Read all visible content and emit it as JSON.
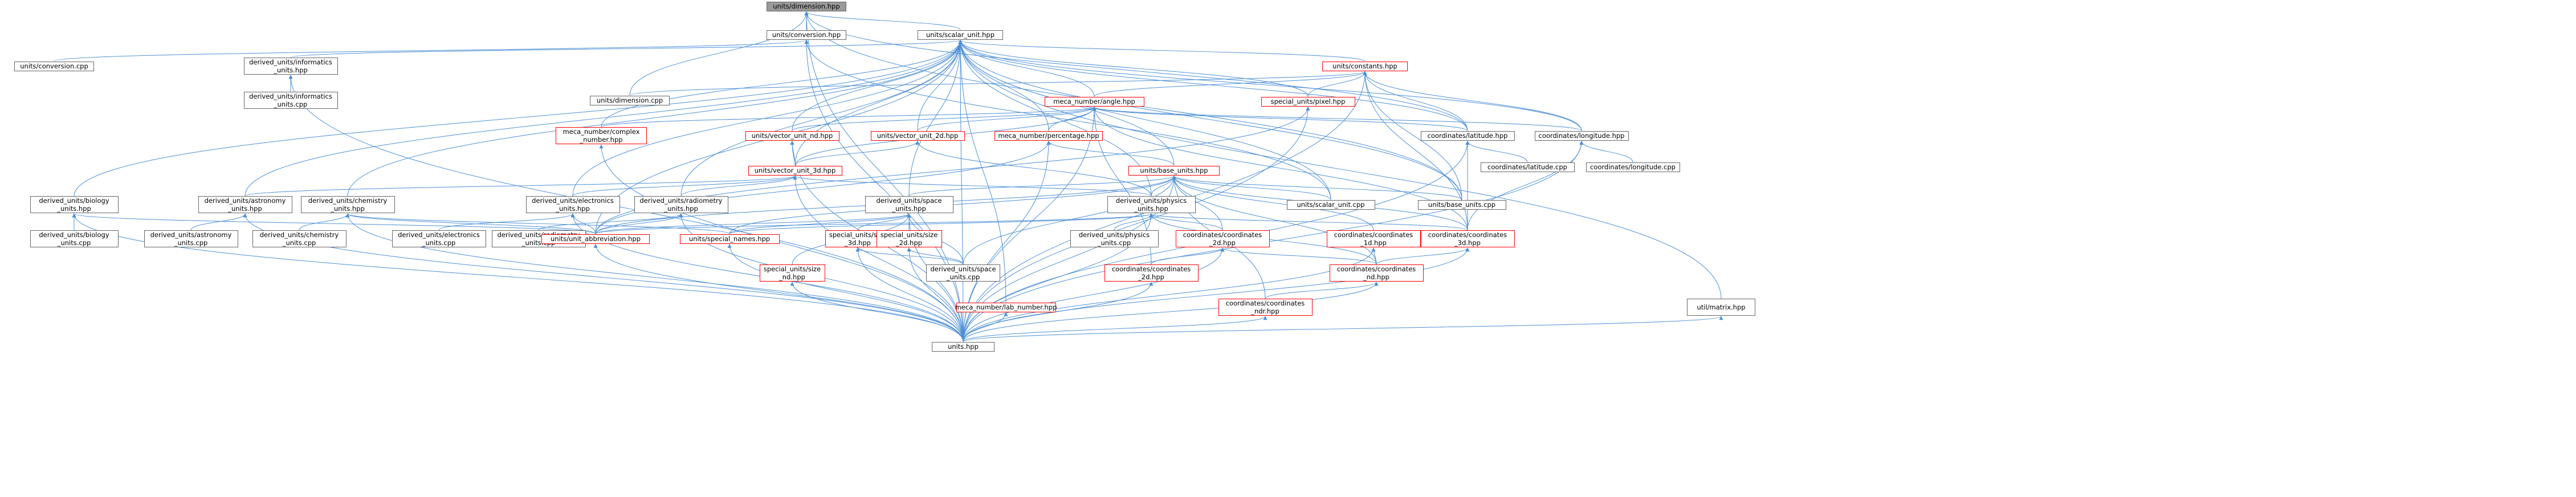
{
  "colors": {
    "edge": "#4d8fd6",
    "box_border": "#666666",
    "incomplete_border": "#ff0000",
    "root_fill": "#999999"
  },
  "nodes": [
    {
      "id": "dim",
      "label": "units/dimension.hpp",
      "style": "root"
    },
    {
      "id": "conv",
      "label": "units/conversion.hpp",
      "style": "normal"
    },
    {
      "id": "su",
      "label": "units/scalar_unit.hpp",
      "style": "normal"
    },
    {
      "id": "convcpp",
      "label": "units/conversion.cpp",
      "style": "normal"
    },
    {
      "id": "info",
      "label": "derived_units/informatics\n_units.hpp",
      "style": "normal"
    },
    {
      "id": "infocpp",
      "label": "derived_units/informatics\n_units.cpp",
      "style": "normal"
    },
    {
      "id": "dimcpp",
      "label": "units/dimension.cpp",
      "style": "normal"
    },
    {
      "id": "const",
      "label": "units/constants.hpp",
      "style": "red"
    },
    {
      "id": "angle",
      "label": "meca_number/angle.hpp",
      "style": "red"
    },
    {
      "id": "pixel",
      "label": "special_units/pixel.hpp",
      "style": "red"
    },
    {
      "id": "complex",
      "label": "meca_number/complex\n_number.hpp",
      "style": "red"
    },
    {
      "id": "vnd",
      "label": "units/vector_unit_nd.hpp",
      "style": "red"
    },
    {
      "id": "v2d",
      "label": "units/vector_unit_2d.hpp",
      "style": "red"
    },
    {
      "id": "pct",
      "label": "meca_number/percentage.hpp",
      "style": "red"
    },
    {
      "id": "lat",
      "label": "coordinates/latitude.hpp",
      "style": "normal"
    },
    {
      "id": "lon",
      "label": "coordinates/longitude.hpp",
      "style": "normal"
    },
    {
      "id": "latcpp",
      "label": "coordinates/latitude.cpp",
      "style": "normal"
    },
    {
      "id": "loncpp",
      "label": "coordinates/longitude.cpp",
      "style": "normal"
    },
    {
      "id": "v3d",
      "label": "units/vector_unit_3d.hpp",
      "style": "red"
    },
    {
      "id": "base",
      "label": "units/base_units.hpp",
      "style": "red"
    },
    {
      "id": "bio",
      "label": "derived_units/biology\n_units.hpp",
      "style": "normal"
    },
    {
      "id": "astro",
      "label": "derived_units/astronomy\n_units.hpp",
      "style": "normal"
    },
    {
      "id": "chem",
      "label": "derived_units/chemistry\n_units.hpp",
      "style": "normal"
    },
    {
      "id": "elec",
      "label": "derived_units/electronics\n_units.hpp",
      "style": "normal"
    },
    {
      "id": "radio",
      "label": "derived_units/radiometry\n_units.hpp",
      "style": "normal"
    },
    {
      "id": "space",
      "label": "derived_units/space\n_units.hpp",
      "style": "normal"
    },
    {
      "id": "phys",
      "label": "derived_units/physics\n_units.hpp",
      "style": "normal"
    },
    {
      "id": "sucpp",
      "label": "units/scalar_unit.cpp",
      "style": "normal"
    },
    {
      "id": "basecpp",
      "label": "units/base_units.cpp",
      "style": "normal"
    },
    {
      "id": "biocpp",
      "label": "derived_units/biology\n_units.cpp",
      "style": "normal"
    },
    {
      "id": "astrocpp",
      "label": "derived_units/astronomy\n_units.cpp",
      "style": "normal"
    },
    {
      "id": "chemcpp",
      "label": "derived_units/chemistry\n_units.cpp",
      "style": "normal"
    },
    {
      "id": "eleccpp",
      "label": "derived_units/electronics\n_units.cpp",
      "style": "normal"
    },
    {
      "id": "radiocpp",
      "label": "derived_units/radiometry\n_units.cpp",
      "style": "normal"
    },
    {
      "id": "abbr",
      "label": "units/unit_abbreviation.hpp",
      "style": "red"
    },
    {
      "id": "special",
      "label": "units/special_names.hpp",
      "style": "red"
    },
    {
      "id": "s3d",
      "label": "special_units/size\n_3d.hpp",
      "style": "red"
    },
    {
      "id": "s2d",
      "label": "special_units/size\n_2d.hpp",
      "style": "red"
    },
    {
      "id": "snd",
      "label": "special_units/size\n_nd.hpp",
      "style": "red"
    },
    {
      "id": "spacecpp",
      "label": "derived_units/space\n_units.cpp",
      "style": "normal"
    },
    {
      "id": "physcpp",
      "label": "derived_units/physics\n_units.cpp",
      "style": "normal"
    },
    {
      "id": "c2d",
      "label": "coordinates/coordinates\n_2d.hpp",
      "style": "red"
    },
    {
      "id": "c1d",
      "label": "coordinates/coordinates\n_1d.hpp",
      "style": "red"
    },
    {
      "id": "c3d",
      "label": "coordinates/coordinates\n_3d.hpp",
      "style": "red"
    },
    {
      "id": "c2dd",
      "label": "coordinates/coordinates\n_2d.hpp",
      "style": "red"
    },
    {
      "id": "cnd",
      "label": "coordinates/coordinates\n_nd.hpp",
      "style": "red"
    },
    {
      "id": "cndr",
      "label": "coordinates/coordinates\n_ndr.hpp",
      "style": "red"
    },
    {
      "id": "lab",
      "label": "meca_number/lab_number.hpp",
      "style": "red"
    },
    {
      "id": "matrix",
      "label": "util/matrix.hpp",
      "style": "normal"
    },
    {
      "id": "units",
      "label": "units.hpp",
      "style": "normal"
    }
  ],
  "edges": [
    [
      "dim",
      "conv"
    ],
    [
      "dim",
      "su"
    ],
    [
      "dim",
      "dimcpp"
    ],
    [
      "dim",
      "units"
    ],
    [
      "dim",
      "basecpp"
    ],
    [
      "dim",
      "lat"
    ],
    [
      "conv",
      "convcpp"
    ],
    [
      "conv",
      "units"
    ],
    [
      "conv",
      "sucpp"
    ],
    [
      "su",
      "info"
    ],
    [
      "su",
      "bio"
    ],
    [
      "su",
      "astro"
    ],
    [
      "su",
      "chem"
    ],
    [
      "su",
      "elec"
    ],
    [
      "su",
      "radio"
    ],
    [
      "su",
      "space"
    ],
    [
      "su",
      "phys"
    ],
    [
      "su",
      "const"
    ],
    [
      "su",
      "angle"
    ],
    [
      "su",
      "pixel"
    ],
    [
      "su",
      "complex"
    ],
    [
      "su",
      "vnd"
    ],
    [
      "su",
      "v2d"
    ],
    [
      "su",
      "v3d"
    ],
    [
      "su",
      "pct"
    ],
    [
      "su",
      "lat"
    ],
    [
      "su",
      "lon"
    ],
    [
      "su",
      "base"
    ],
    [
      "su",
      "sucpp"
    ],
    [
      "su",
      "basecpp"
    ],
    [
      "su",
      "abbr"
    ],
    [
      "su",
      "lab"
    ],
    [
      "su",
      "matrix"
    ],
    [
      "su",
      "units"
    ],
    [
      "info",
      "infocpp"
    ],
    [
      "info",
      "units"
    ],
    [
      "const",
      "dimcpp"
    ],
    [
      "const",
      "angle"
    ],
    [
      "const",
      "pixel"
    ],
    [
      "const",
      "lat"
    ],
    [
      "const",
      "lon"
    ],
    [
      "const",
      "c3d"
    ],
    [
      "const",
      "basecpp"
    ],
    [
      "const",
      "units"
    ],
    [
      "angle",
      "complex"
    ],
    [
      "angle",
      "vnd"
    ],
    [
      "angle",
      "v2d"
    ],
    [
      "angle",
      "v3d"
    ],
    [
      "angle",
      "pct"
    ],
    [
      "angle",
      "lat"
    ],
    [
      "angle",
      "lon"
    ],
    [
      "angle",
      "c2dd"
    ],
    [
      "angle",
      "c3d"
    ],
    [
      "angle",
      "units"
    ],
    [
      "pixel",
      "abbr"
    ],
    [
      "pixel",
      "units"
    ],
    [
      "complex",
      "units"
    ],
    [
      "vnd",
      "v3d"
    ],
    [
      "vnd",
      "units"
    ],
    [
      "v2d",
      "v3d"
    ],
    [
      "v2d",
      "phys"
    ],
    [
      "pct",
      "base"
    ],
    [
      "pct",
      "abbr"
    ],
    [
      "pct",
      "units"
    ],
    [
      "lat",
      "latcpp"
    ],
    [
      "lat",
      "c3d"
    ],
    [
      "lat",
      "units"
    ],
    [
      "lon",
      "loncpp"
    ],
    [
      "lon",
      "c3d"
    ],
    [
      "lon",
      "units"
    ],
    [
      "v3d",
      "phys"
    ],
    [
      "v3d",
      "elec"
    ],
    [
      "v3d",
      "radio"
    ],
    [
      "v3d",
      "astro"
    ],
    [
      "v3d",
      "units"
    ],
    [
      "base",
      "phys"
    ],
    [
      "base",
      "space"
    ],
    [
      "base",
      "sucpp"
    ],
    [
      "base",
      "basecpp"
    ],
    [
      "base",
      "abbr"
    ],
    [
      "base",
      "special"
    ],
    [
      "base",
      "c1d"
    ],
    [
      "base",
      "c2d"
    ],
    [
      "base",
      "c3d"
    ],
    [
      "base",
      "cnd"
    ],
    [
      "base",
      "cndr"
    ],
    [
      "base",
      "spacecpp"
    ],
    [
      "base",
      "units"
    ],
    [
      "bio",
      "biocpp"
    ],
    [
      "bio",
      "abbr"
    ],
    [
      "bio",
      "units"
    ],
    [
      "astro",
      "astrocpp"
    ],
    [
      "astro",
      "units"
    ],
    [
      "chem",
      "chemcpp"
    ],
    [
      "chem",
      "abbr"
    ],
    [
      "chem",
      "special"
    ],
    [
      "chem",
      "units"
    ],
    [
      "elec",
      "eleccpp"
    ],
    [
      "elec",
      "abbr"
    ],
    [
      "elec",
      "units"
    ],
    [
      "radio",
      "radiocpp"
    ],
    [
      "radio",
      "abbr"
    ],
    [
      "radio",
      "units"
    ],
    [
      "space",
      "s3d"
    ],
    [
      "space",
      "s2d"
    ],
    [
      "space",
      "snd"
    ],
    [
      "space",
      "special"
    ],
    [
      "space",
      "abbr"
    ],
    [
      "space",
      "spacecpp"
    ],
    [
      "space",
      "units"
    ],
    [
      "phys",
      "physcpp"
    ],
    [
      "phys",
      "abbr"
    ],
    [
      "phys",
      "special"
    ],
    [
      "phys",
      "c2d"
    ],
    [
      "phys",
      "c3d"
    ],
    [
      "phys",
      "cnd"
    ],
    [
      "phys",
      "units"
    ],
    [
      "abbr",
      "units"
    ],
    [
      "special",
      "units"
    ],
    [
      "s3d",
      "spacecpp"
    ],
    [
      "s3d",
      "units"
    ],
    [
      "s2d",
      "spacecpp"
    ],
    [
      "s2d",
      "units"
    ],
    [
      "snd",
      "units"
    ],
    [
      "c2d",
      "c2dd"
    ],
    [
      "c2d",
      "cnd"
    ],
    [
      "c2d",
      "units"
    ],
    [
      "c1d",
      "cnd"
    ],
    [
      "c1d",
      "units"
    ],
    [
      "c3d",
      "cnd"
    ],
    [
      "c3d",
      "units"
    ],
    [
      "c2dd",
      "units"
    ],
    [
      "cnd",
      "cndr"
    ],
    [
      "cnd",
      "units"
    ],
    [
      "cndr",
      "units"
    ],
    [
      "lab",
      "units"
    ],
    [
      "matrix",
      "units"
    ]
  ]
}
